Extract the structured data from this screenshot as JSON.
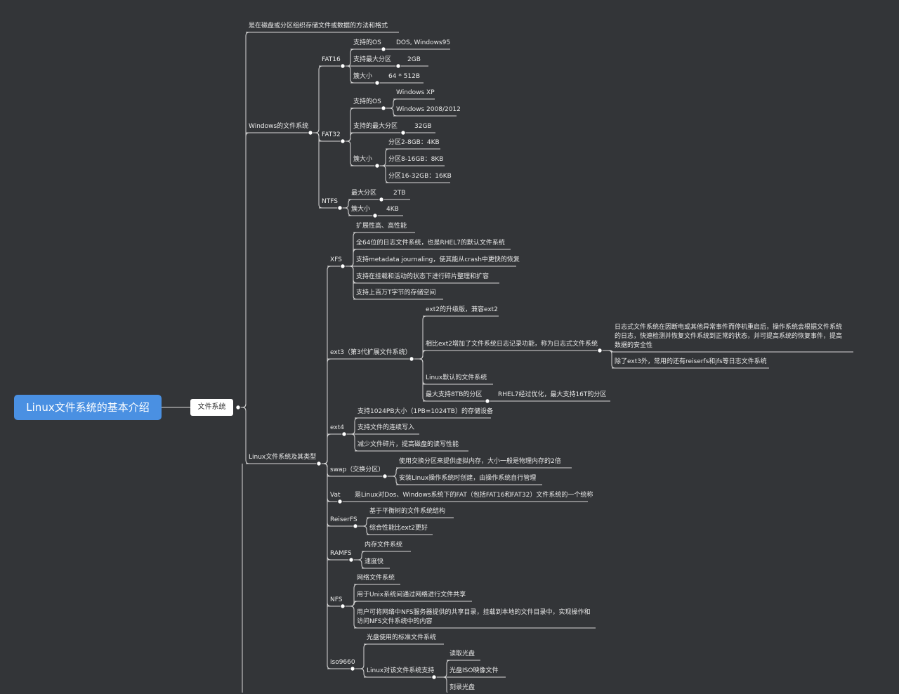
{
  "root": "Linux文件系统的基本介绍",
  "level1": "文件系统",
  "definition": "是在磁盘或分区组织存储文件或数据的方法和格式",
  "windows": {
    "title": "Windows的文件系统",
    "fat16": {
      "title": "FAT16",
      "os_label": "支持的OS",
      "os_value": "DOS, Windows95",
      "part_label": "支持最大分区",
      "part_value": "2GB",
      "cluster_label": "簇大小",
      "cluster_value": "64 * 512B"
    },
    "fat32": {
      "title": "FAT32",
      "os_label": "支持的OS",
      "os_values": [
        "Windows XP",
        "Windows 2008/2012"
      ],
      "part_label": "支持的最大分区",
      "part_value": "32GB",
      "cluster_label": "簇大小",
      "cluster_values": [
        "分区2-8GB：4KB",
        "分区8-16GB：8KB",
        "分区16-32GB：16KB"
      ]
    },
    "ntfs": {
      "title": "NTFS",
      "part_label": "最大分区",
      "part_value": "2TB",
      "cluster_label": "簇大小",
      "cluster_value": "4KB"
    }
  },
  "linux": {
    "title": "Linux文件系统及其类型",
    "xfs": {
      "title": "XFS",
      "items": [
        "扩展性高、高性能",
        "全64位的日志文件系统，也是RHEL7的默认文件系统",
        "支持metadata journaling，使其能从crash中更快的恢复",
        "支持在挂载和活动的状态下进行碎片整理和扩容",
        "支持上百万T字节的存储空间"
      ]
    },
    "ext3": {
      "title": "ext3（第3代扩展文件系统）",
      "item1": "ext2的升级版，兼容ext2",
      "item2": "相比ext2增加了文件系统日志记录功能，称为日志式文件系统",
      "item2_sub1": "日志式文件系统在因断电或其他异常事件而停机重启后，操作系统会根据文件系统的日志，快速检测并恢复文件系统到正常的状态，并可提高系统的恢复事件，提高数据的安全性",
      "item2_sub2": "除了ext3外，常用的还有reiserfs和jfs等日志文件系统",
      "item3": "Linux默认的文件系统",
      "item4": "最大支持8TB的分区",
      "item4_sub": "RHEL7经过优化，最大支持16T的分区"
    },
    "ext4": {
      "title": "ext4",
      "items": [
        "支持1024PB大小（1PB=1024TB）的存储设备",
        "支持文件的连续写入",
        "减少文件碎片，提高磁盘的读写性能"
      ]
    },
    "swap": {
      "title": "swap（交换分区）",
      "items": [
        "使用交换分区来提供虚拟内存，大小一般是物理内存的2倍",
        "安装Linux操作系统时创建，由操作系统自行管理"
      ]
    },
    "vat": {
      "title": "Vat",
      "item": "是Linux对Dos、Windows系统下的FAT（包括FAT16和FAT32）文件系统的一个统称"
    },
    "reiserfs": {
      "title": "ReiserFS",
      "items": [
        "基于平衡树的文件系统结构",
        "综合性能比ext2更好"
      ]
    },
    "ramfs": {
      "title": "RAMFS",
      "items": [
        "内存文件系统",
        "速度快"
      ]
    },
    "nfs": {
      "title": "NFS",
      "items": [
        "网络文件系统",
        "用于Unix系统间通过网络进行文件共享",
        "用户可将网络中NFS服务器提供的共享目录，挂载到本地的文件目录中，实现操作和访问NFS文件系统中的内容"
      ]
    },
    "iso9660": {
      "title": "iso9660",
      "item1": "光盘使用的标准文件系统",
      "item2": "Linux对该文件系统支持",
      "item2_subs": [
        "读取光盘",
        "光盘ISO映像文件",
        "刻录光盘"
      ]
    }
  }
}
